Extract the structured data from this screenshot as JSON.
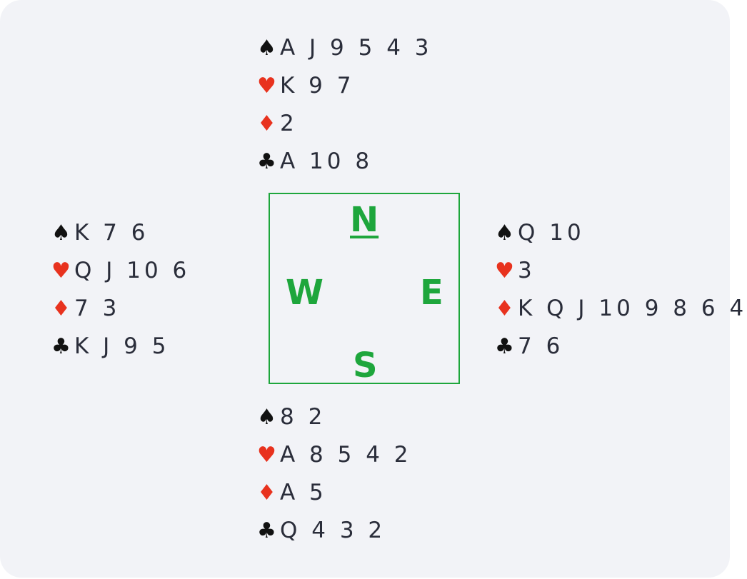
{
  "colors": {
    "background": "#f2f3f7",
    "compass": "#1ea63c",
    "red_suit": "#e8321e",
    "black_suit": "#111111",
    "text": "#2a2d3a"
  },
  "suits": {
    "spades": "♠",
    "hearts": "♥",
    "diamonds": "♦",
    "clubs": "♣"
  },
  "hands": {
    "north": {
      "spades": "A J 9 5 4 3",
      "hearts": "K 9 7",
      "diamonds": "2",
      "clubs": "A 10 8"
    },
    "west": {
      "spades": "K 7 6",
      "hearts": "Q J 10 6",
      "diamonds": "7 3",
      "clubs": "K J 9 5"
    },
    "east": {
      "spades": "Q 10",
      "hearts": "3",
      "diamonds": "K Q J 10 9 8 6 4",
      "clubs": "7 6"
    },
    "south": {
      "spades": "8 2",
      "hearts": "A 8 5 4 2",
      "diamonds": "A 5",
      "clubs": "Q 4 3 2"
    }
  },
  "compass": {
    "north": "N",
    "west": "W",
    "east": "E",
    "south": "S",
    "dealer": "north"
  }
}
